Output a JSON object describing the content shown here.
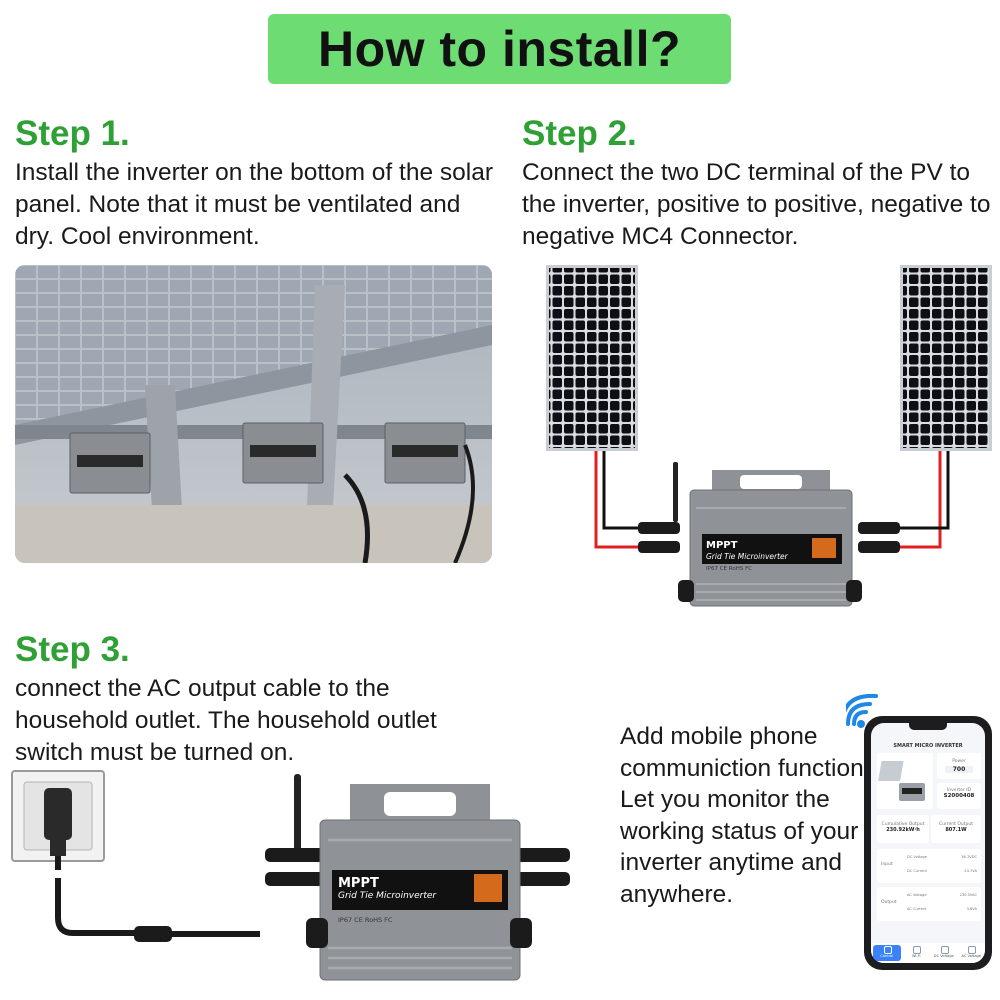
{
  "title": "How to install?",
  "step1": {
    "heading": "Step 1.",
    "text": "Install the inverter on the bottom of the solar panel. Note that it must be ventilated and dry. Cool environment."
  },
  "step2": {
    "heading": "Step 2.",
    "text": "Connect the two DC terminal of the PV to the inverter, positive to positive, negative to negative MC4 Connector."
  },
  "step3": {
    "heading": "Step 3.",
    "text": "connect the AC output cable to the household outlet. The household outlet switch must be turned on."
  },
  "mobile_text": "Add mobile phone communiction function, Let you monitor the working status of your inverter anytime and anywhere.",
  "inverter_label": {
    "line1": "MPPT",
    "line2": "Grid Tie Microinverter",
    "line3": "IP67  CE  RoHS  FC"
  },
  "app": {
    "title": "SMART MICRO INVERTER",
    "power_label": "Power",
    "power_value": "700",
    "inverter_id_label": "Inverter ID",
    "inverter_id_value": "S2000408",
    "cumulative_label": "Cumulative Output",
    "cumulative_value": "230.92kW·h",
    "current_label": "Current Output",
    "current_value": "807.1W",
    "input_label": "Input",
    "output_label": "Output",
    "dc_voltage_label": "DC Voltage",
    "dc_voltage_value": "36.7VDC",
    "dc_current_label": "DC Current",
    "dc_current_value": "24.7VA",
    "ac_voltage_label": "AC Voltage",
    "ac_voltage_value": "230.0VAC",
    "ac_current_label": "AC Current",
    "ac_current_value": "3.6VA",
    "nav": [
      "Control",
      "Wi-Fi",
      "DC Voltage",
      "AC Voltage"
    ]
  },
  "colors": {
    "banner": "#6ddc72",
    "step_heading": "#2fa036",
    "positive_wire": "#e02020",
    "negative_wire": "#111111",
    "wifi": "#1e88e5"
  },
  "icons": [
    "wifi-icon",
    "solar-panel-icon",
    "inverter-icon",
    "outlet-icon",
    "plug-icon",
    "phone-icon"
  ]
}
